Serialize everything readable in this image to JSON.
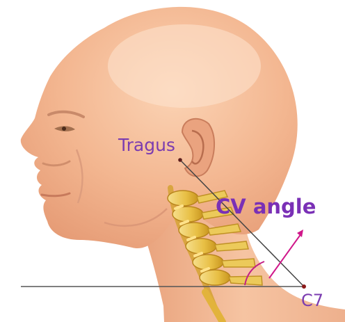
{
  "labels": {
    "tragus": "Tragus",
    "cv_angle": "CV angle",
    "c7": "C7"
  },
  "colors": {
    "label_purple": "#7b3cb0",
    "arrow_magenta": "#d0178a",
    "skin": "#f2b58e",
    "spine_yellow": "#e9c04a",
    "measurement_lines": "#555555"
  }
}
